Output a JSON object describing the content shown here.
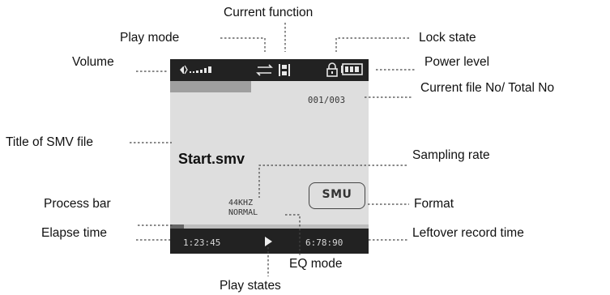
{
  "callouts": {
    "current_function": "Current function",
    "play_mode": "Play mode",
    "lock_state": "Lock state",
    "volume": "Volume",
    "power_level": "Power level",
    "file_number": "Current file No/ Total No",
    "title": "Title of SMV file",
    "sampling_rate": "Sampling rate",
    "process_bar": "Process bar",
    "format": "Format",
    "elapse_time": "Elapse time",
    "leftover_time": "Leftover record time",
    "eq_mode": "EQ mode",
    "play_states": "Play states"
  },
  "screen": {
    "file_count": "001/003",
    "file_title": "Start.smv",
    "sampling_rate": "44KHZ",
    "eq_mode": "NORMAL",
    "format": "SMU",
    "elapsed": "1:23:45",
    "leftover": "6:78:90",
    "progress_fraction": 0.07,
    "volume_bars": 5,
    "battery_level": "full",
    "play_state": "playing",
    "lock": "locked"
  },
  "colors": {
    "bar": "#222222",
    "screen": "#dedede",
    "leader": "#444444"
  },
  "icons": [
    "speaker-icon",
    "volume-bars-icon",
    "repeat-icon",
    "film-icon",
    "lock-icon",
    "battery-icon",
    "play-triangle-icon"
  ]
}
